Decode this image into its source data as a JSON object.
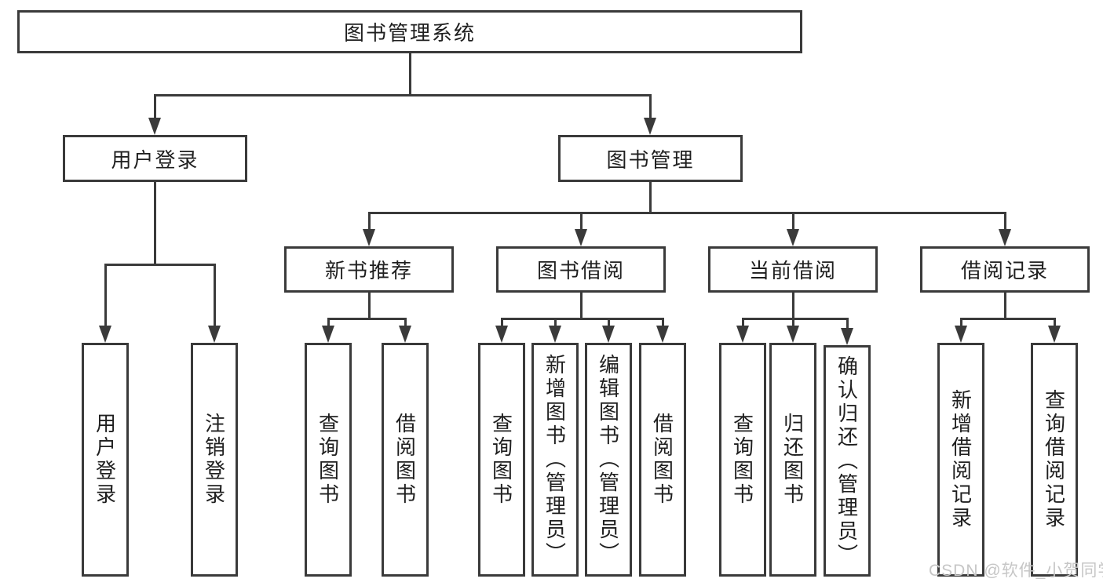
{
  "colors": {
    "background": "#ffffff",
    "line": "#3a3a3a",
    "text": "#1f1f1f",
    "watermark": "#c6c6c6"
  },
  "watermark": {
    "text": "CSDN @软件_小贺同学"
  },
  "tree": {
    "root": {
      "label": "图书管理系统"
    },
    "login": {
      "label": "用户登录",
      "children": [
        {
          "label": "用户登录"
        },
        {
          "label": "注销登录"
        }
      ]
    },
    "mgmt": {
      "label": "图书管理",
      "sections": [
        {
          "label": "新书推荐",
          "children": [
            {
              "label": "查询图书"
            },
            {
              "label": "借阅图书"
            }
          ]
        },
        {
          "label": "图书借阅",
          "children": [
            {
              "label": "查询图书"
            },
            {
              "label": "新增图书（管理员）"
            },
            {
              "label": "编辑图书（管理员）"
            },
            {
              "label": "借阅图书"
            }
          ]
        },
        {
          "label": "当前借阅",
          "children": [
            {
              "label": "查询图书"
            },
            {
              "label": "归还图书"
            },
            {
              "label": "确认归还（管理员）"
            }
          ]
        },
        {
          "label": "借阅记录",
          "children": [
            {
              "label": "新增借阅记录"
            },
            {
              "label": "查询借阅记录"
            }
          ]
        }
      ]
    }
  }
}
